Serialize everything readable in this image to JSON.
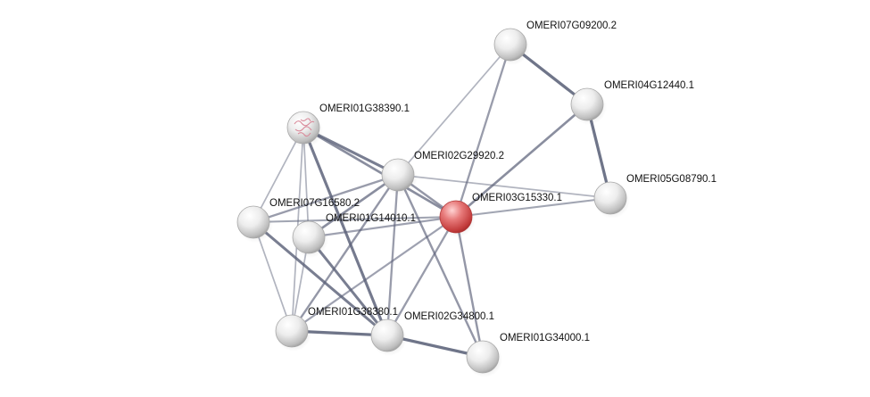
{
  "network": {
    "query_node_color": "#e05a5a",
    "node_color": "#f0f0f0",
    "edge_color": "#5a6078",
    "nodes": [
      {
        "id": "OMERI07G09200.2",
        "label": "OMERI07G09200.2",
        "query": false
      },
      {
        "id": "OMERI04G12440.1",
        "label": "OMERI04G12440.1",
        "query": false
      },
      {
        "id": "OMERI01G38390.1",
        "label": "OMERI01G38390.1",
        "query": false,
        "has_structure_icon": true
      },
      {
        "id": "OMERI02G29920.2",
        "label": "OMERI02G29920.2",
        "query": false
      },
      {
        "id": "OMERI05G08790.1",
        "label": "OMERI05G08790.1",
        "query": false
      },
      {
        "id": "OMERI03G15330.1",
        "label": "OMERI03G15330.1",
        "query": true
      },
      {
        "id": "OMERI07G16580.2",
        "label": "OMERI07G16580.2",
        "query": false
      },
      {
        "id": "OMERI01G14010.1",
        "label": "OMERI01G14010.1",
        "query": false
      },
      {
        "id": "OMERI01G38380.1",
        "label": "OMERI01G38380.1",
        "query": false
      },
      {
        "id": "OMERI02G34800.1",
        "label": "OMERI02G34800.1",
        "query": false
      },
      {
        "id": "OMERI01G34000.1",
        "label": "OMERI01G34000.1",
        "query": false
      }
    ],
    "edges": [
      {
        "source": "OMERI07G09200.2",
        "target": "OMERI04G12440.1",
        "strength": 0.95
      },
      {
        "source": "OMERI07G09200.2",
        "target": "OMERI02G29920.2",
        "strength": 0.3
      },
      {
        "source": "OMERI07G09200.2",
        "target": "OMERI03G15330.1",
        "strength": 0.55
      },
      {
        "source": "OMERI04G12440.1",
        "target": "OMERI03G15330.1",
        "strength": 0.7
      },
      {
        "source": "OMERI04G12440.1",
        "target": "OMERI05G08790.1",
        "strength": 0.95
      },
      {
        "source": "OMERI05G08790.1",
        "target": "OMERI03G15330.1",
        "strength": 0.45
      },
      {
        "source": "OMERI05G08790.1",
        "target": "OMERI02G29920.2",
        "strength": 0.3
      },
      {
        "source": "OMERI01G38390.1",
        "target": "OMERI02G29920.2",
        "strength": 0.85
      },
      {
        "source": "OMERI01G38390.1",
        "target": "OMERI03G15330.1",
        "strength": 0.7
      },
      {
        "source": "OMERI01G38390.1",
        "target": "OMERI07G16580.2",
        "strength": 0.3
      },
      {
        "source": "OMERI01G38390.1",
        "target": "OMERI01G14010.1",
        "strength": 0.3
      },
      {
        "source": "OMERI01G38390.1",
        "target": "OMERI01G38380.1",
        "strength": 0.3
      },
      {
        "source": "OMERI01G38390.1",
        "target": "OMERI02G34800.1",
        "strength": 0.9
      },
      {
        "source": "OMERI02G29920.2",
        "target": "OMERI03G15330.1",
        "strength": 0.6
      },
      {
        "source": "OMERI02G29920.2",
        "target": "OMERI07G16580.2",
        "strength": 0.55
      },
      {
        "source": "OMERI02G29920.2",
        "target": "OMERI01G14010.1",
        "strength": 0.7
      },
      {
        "source": "OMERI02G29920.2",
        "target": "OMERI01G38380.1",
        "strength": 0.6
      },
      {
        "source": "OMERI02G29920.2",
        "target": "OMERI02G34800.1",
        "strength": 0.55
      },
      {
        "source": "OMERI02G29920.2",
        "target": "OMERI01G34000.1",
        "strength": 0.6
      },
      {
        "source": "OMERI03G15330.1",
        "target": "OMERI07G16580.2",
        "strength": 0.45
      },
      {
        "source": "OMERI03G15330.1",
        "target": "OMERI01G14010.1",
        "strength": 0.5
      },
      {
        "source": "OMERI03G15330.1",
        "target": "OMERI01G38380.1",
        "strength": 0.5
      },
      {
        "source": "OMERI03G15330.1",
        "target": "OMERI02G34800.1",
        "strength": 0.55
      },
      {
        "source": "OMERI03G15330.1",
        "target": "OMERI01G34000.1",
        "strength": 0.6
      },
      {
        "source": "OMERI07G16580.2",
        "target": "OMERI01G38380.1",
        "strength": 0.3
      },
      {
        "source": "OMERI07G16580.2",
        "target": "OMERI02G34800.1",
        "strength": 0.85
      },
      {
        "source": "OMERI01G14010.1",
        "target": "OMERI02G34800.1",
        "strength": 0.85
      },
      {
        "source": "OMERI01G14010.1",
        "target": "OMERI01G38380.1",
        "strength": 0.3
      },
      {
        "source": "OMERI01G38380.1",
        "target": "OMERI02G34800.1",
        "strength": 0.95
      },
      {
        "source": "OMERI02G34800.1",
        "target": "OMERI01G34000.1",
        "strength": 0.95
      }
    ]
  }
}
